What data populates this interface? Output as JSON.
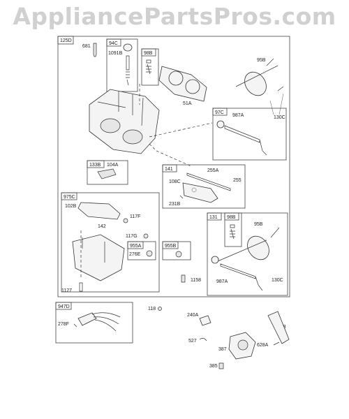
{
  "watermark": "AppliancePartsPros.com",
  "labels": {
    "l125D": "125D",
    "l681": "681",
    "l94C": "94C",
    "l1091B": "1091B",
    "l98B_a": "98B",
    "l51A": "51A",
    "l95B_a": "95B",
    "l130C_a": "130C",
    "l97C": "97C",
    "l987A_a": "987A",
    "l133B": "133B",
    "l104A": "104A",
    "l141": "141",
    "l255A": "255A",
    "l255": "255",
    "l108C": "108C",
    "l231B": "231B",
    "l975C": "975C",
    "l102B": "102B",
    "l142": "142",
    "l117F": "117F",
    "l117G": "117G",
    "l955A": "955A",
    "l276E": "276E",
    "l955B": "955B",
    "l131": "131",
    "l98B_b": "98B",
    "l95B_b": "95B",
    "l987A_b": "987A",
    "l130C_b": "130C",
    "l1158": "1158",
    "l1127": "1127",
    "l947D": "947D",
    "l278F": "278F",
    "l118": "118",
    "l240A": "240A",
    "l788": "788",
    "l527": "527",
    "l387": "387",
    "l628A": "628A",
    "l385": "385"
  }
}
